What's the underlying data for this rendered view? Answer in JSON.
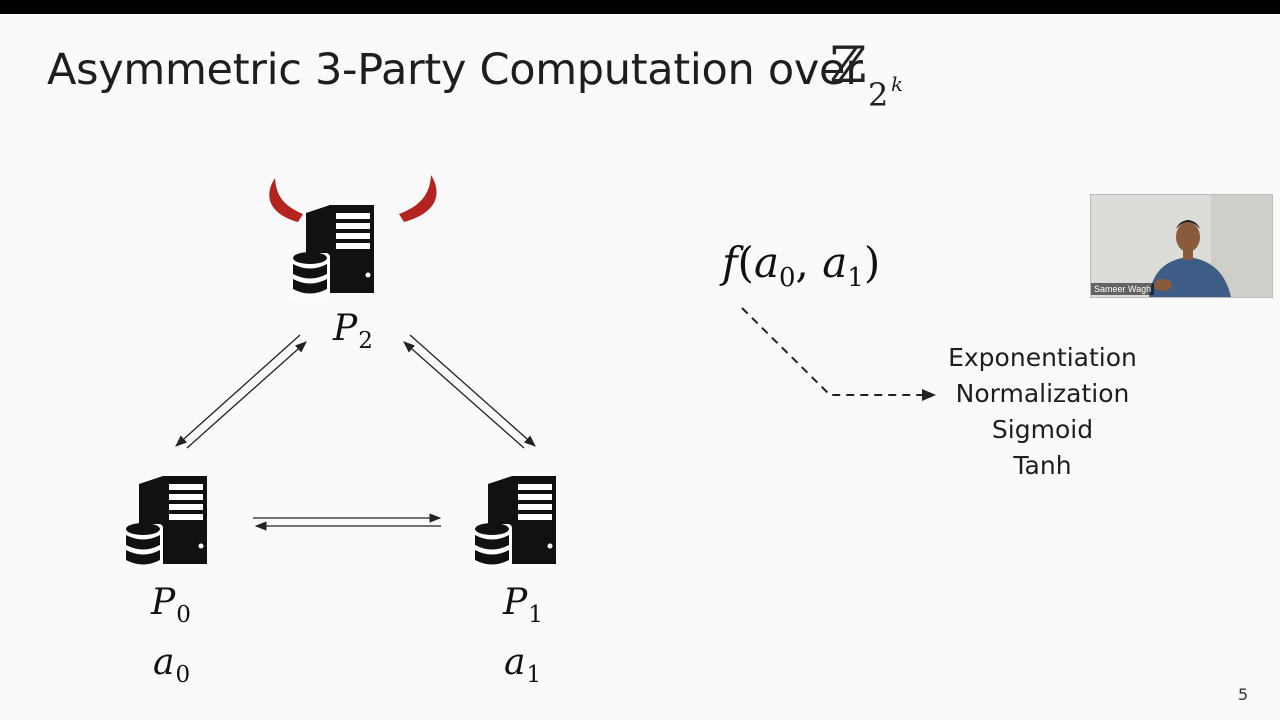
{
  "slide": {
    "title": "Asymmetric 3-Party Computation over",
    "title_math": {
      "base": "ℤ",
      "sub": "2",
      "sup": "k"
    },
    "page_number": "5"
  },
  "diagram": {
    "parties": [
      {
        "id": "P2",
        "letter": "P",
        "sub": "2",
        "value": "",
        "adversarial": true
      },
      {
        "id": "P0",
        "letter": "P",
        "sub": "0",
        "value_letter": "a",
        "value_sub": "0"
      },
      {
        "id": "P1",
        "letter": "P",
        "sub": "1",
        "value_letter": "a",
        "value_sub": "1"
      }
    ]
  },
  "function": {
    "name": "f",
    "arg1_letter": "a",
    "arg1_sub": "0",
    "arg2_letter": "a",
    "arg2_sub": "1"
  },
  "function_examples": [
    "Exponentiation",
    "Normalization",
    "Sigmoid",
    "Tanh"
  ],
  "webcam": {
    "name": "Sameer Wagh"
  },
  "colors": {
    "horns": "#b3231f",
    "server": "#111111",
    "text": "#1e1e1e"
  }
}
